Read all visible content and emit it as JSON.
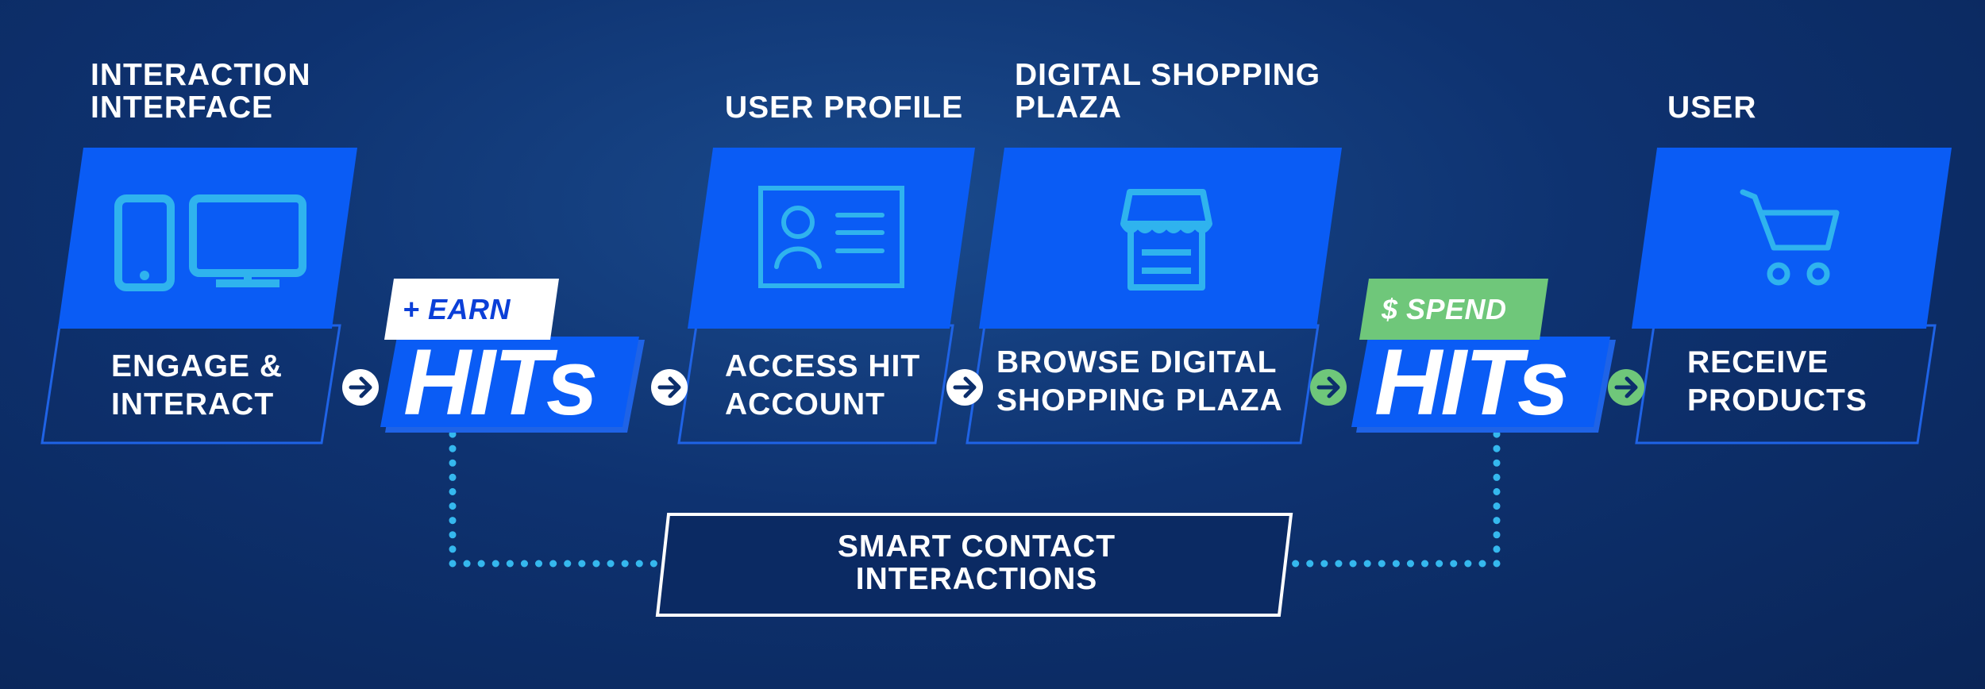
{
  "headings": {
    "interaction_interface": [
      "INTERACTION",
      "INTERFACE"
    ],
    "user_profile": "USER PROFILE",
    "digital_shopping_plaza": [
      "DIGITAL SHOPPING",
      "PLAZA"
    ],
    "user": "USER"
  },
  "stages": [
    {
      "label_line1": "ENGAGE &",
      "label_line2": "INTERACT",
      "icon": "devices-icon"
    },
    {
      "label_line1": "ACCESS HIT",
      "label_line2": "ACCOUNT",
      "icon": "profile-card-icon"
    },
    {
      "label_line1": "BROWSE DIGITAL",
      "label_line2": "SHOPPING PLAZA",
      "icon": "storefront-icon"
    },
    {
      "label_line1": "RECEIVE",
      "label_line2": "PRODUCTS",
      "icon": "shopping-cart-icon"
    }
  ],
  "earn": {
    "tag": "+ EARN",
    "hits": "HITs"
  },
  "spend": {
    "tag": "$ SPEND",
    "hits": "HITs"
  },
  "smart": {
    "line1": "SMART CONTACT",
    "line2": "INTERACTIONS"
  },
  "colors": {
    "panel_blue": "#0a5cf5",
    "icon_cyan": "#2fb3ee",
    "outline_blue": "#1f63e6",
    "dotted_cyan": "#35b8ee",
    "spend_green": "#6fc77a",
    "earn_tag_bg": "#ffffff",
    "earn_tag_text": "#0b3fd8"
  }
}
